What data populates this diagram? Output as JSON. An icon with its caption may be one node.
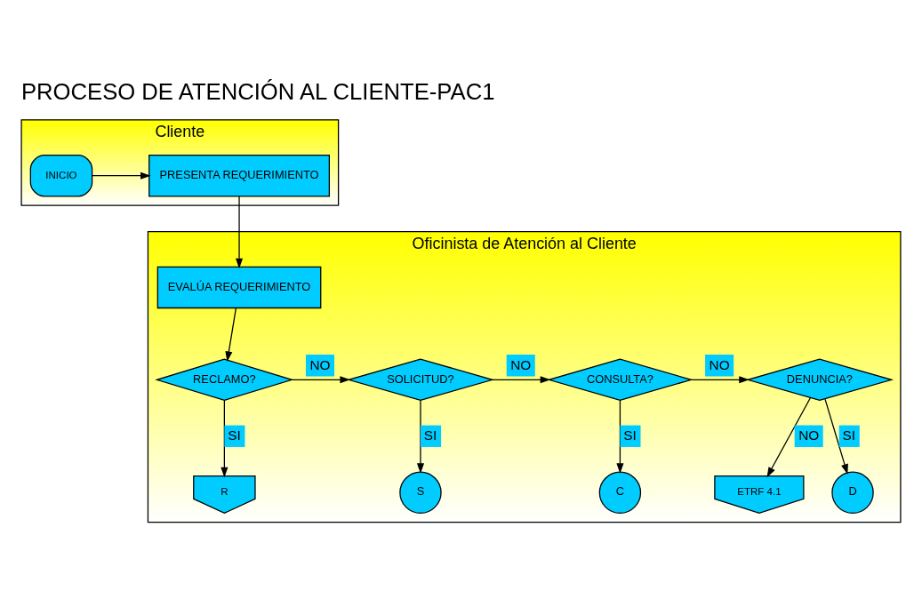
{
  "diagram": {
    "title": "PROCESO DE ATENCIÓN AL CLIENTE-PAC1",
    "nodes": [
      {
        "text": [
          "Cliente"
        ]
      },
      {
        "text": [
          "Oficinista de Atención al Cliente"
        ]
      },
      {
        "text": [
          "INICIO"
        ],
        "in": 0
      },
      {
        "text": [
          "PRESENTA REQUERIMIENTO"
        ],
        "in": 0
      },
      {
        "text": [
          "EVALÚA REQUERIMIENTO"
        ],
        "in": 1
      },
      {
        "text": [
          "RECLAMO?"
        ],
        "in": 1
      },
      {
        "text": [
          "SOLICITUD?"
        ],
        "in": 1
      },
      {
        "text": [
          "CONSULTA?"
        ],
        "in": 1
      },
      {
        "text": [
          "DENUNCIA?"
        ],
        "in": 1
      },
      {
        "text": [
          "R"
        ],
        "in": 1
      },
      {
        "text": [
          "S"
        ],
        "in": 1
      },
      {
        "text": [
          "C"
        ],
        "in": 1
      },
      {
        "text": [
          "D"
        ],
        "in": 1
      },
      {
        "text": [
          "ETRF 4.1"
        ],
        "in": 1
      }
    ],
    "edges": [
      {
        "from": 2,
        "to": 3,
        "arrow": "to"
      },
      {
        "from": 3,
        "to": 4,
        "arrow": "to"
      },
      {
        "from": 4,
        "to": 5,
        "arrow": "to"
      },
      {
        "from": 5,
        "to": 6,
        "arrow": "to",
        "label": "NO"
      },
      {
        "from": 6,
        "to": 7,
        "arrow": "to",
        "label": "NO"
      },
      {
        "from": 7,
        "to": 8,
        "arrow": "to",
        "label": "NO"
      },
      {
        "from": 5,
        "to": 9,
        "arrow": "to",
        "label": "SI"
      },
      {
        "from": 6,
        "to": 10,
        "arrow": "to",
        "label": "SI"
      },
      {
        "from": 7,
        "to": 11,
        "arrow": "to",
        "label": "SI"
      },
      {
        "from": 8,
        "to": 12,
        "arrow": "to",
        "label": "SI"
      },
      {
        "from": 8,
        "to": 13,
        "arrow": "to",
        "label": "NO"
      }
    ]
  }
}
